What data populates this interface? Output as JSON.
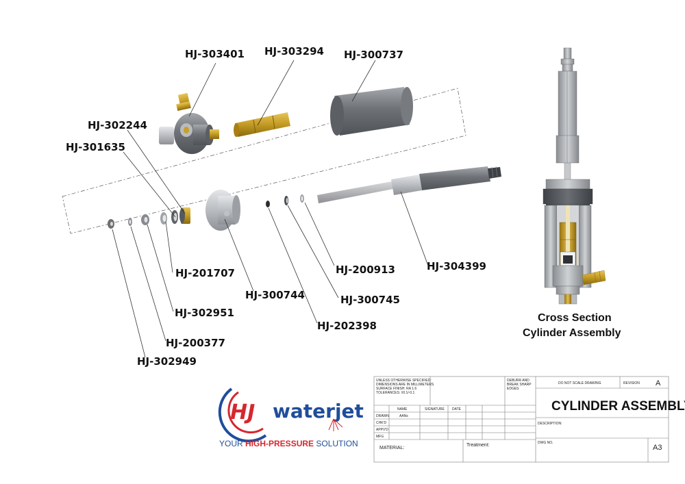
{
  "part_labels": {
    "hj_303401": "HJ-303401",
    "hj_303294": "HJ-303294",
    "hj_300737": "HJ-300737",
    "hj_302244": "HJ-302244",
    "hj_301635": "HJ-301635",
    "hj_201707": "HJ-201707",
    "hj_300744": "HJ-300744",
    "hj_200913": "HJ-200913",
    "hj_304399": "HJ-304399",
    "hj_300745": "HJ-300745",
    "hj_302951": "HJ-302951",
    "hj_202398": "HJ-202398",
    "hj_200377": "HJ-200377",
    "hj_302949": "HJ-302949"
  },
  "cross_section": {
    "line1": "Cross Section",
    "line2": "Cylinder  Assembly"
  },
  "logo": {
    "mark": "HJ",
    "brand": "waterjet",
    "tagline_pre": "YOUR ",
    "tagline_highlight": "HIGH-PRESSURE",
    "tagline_post": " SOLUTION",
    "colors": {
      "red": "#d7262e",
      "blue": "#1f4e9a"
    }
  },
  "title_block": {
    "spec_line1": "UNLESS OTHERWISE SPECIFIED:",
    "spec_line2": "DIMENSIONS ARE IN MILLIMETERS",
    "spec_line3": "SURFACE FINISH: RA 1.6",
    "spec_line4": "TOLERANCES: ±0.1/-0.1",
    "deburr_line1": "DEBURR AND",
    "deburr_line2": "BREAK SHARP",
    "deburr_line3": "EDGES",
    "do_not_scale": "DO NOT SCALE DRAWING",
    "revision_label": "REVISION",
    "revision_value": "A",
    "col_name": "NAME",
    "col_signature": "SIGNATURE",
    "col_date": "DATE",
    "row_drawn": "DRAWN",
    "row_drawn_name": "AANs",
    "row_chkd": "CHK'D",
    "row_appvd": "APPV'D",
    "row_mfg": "MFG",
    "title": "CYLINDER ASSEMBLY",
    "description_label": "DESCRIPTION:",
    "dwg_no_label": "DWG NO.",
    "sheet_size": "A3",
    "material_label": "MATERIAL:",
    "treatment_label": "Treatment:"
  }
}
